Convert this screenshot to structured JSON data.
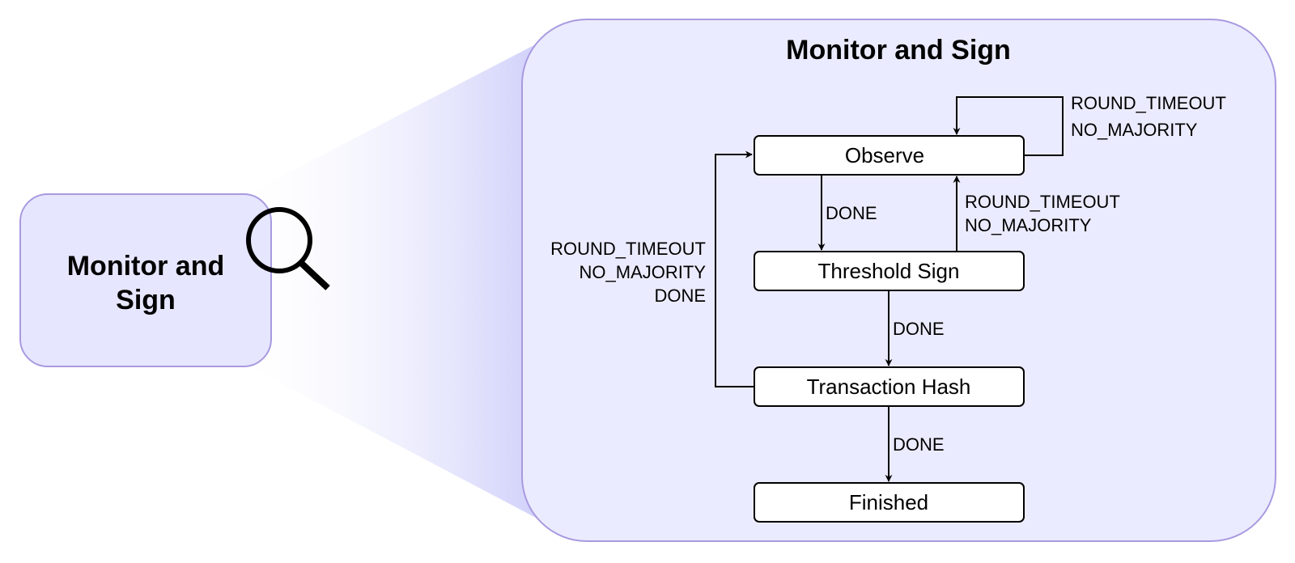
{
  "overview": {
    "title_line1": "Monitor and",
    "title_line2": "Sign"
  },
  "detail": {
    "title": "Monitor and Sign"
  },
  "states": {
    "observe": "Observe",
    "threshold_sign": "Threshold Sign",
    "transaction_hash": "Transaction Hash",
    "finished": "Finished"
  },
  "edges": {
    "observe_self": [
      "ROUND_TIMEOUT",
      "NO_MAJORITY"
    ],
    "observe_to_threshold": "DONE",
    "threshold_to_observe": [
      "ROUND_TIMEOUT",
      "NO_MAJORITY"
    ],
    "threshold_to_hash": "DONE",
    "hash_to_observe": [
      "ROUND_TIMEOUT",
      "NO_MAJORITY",
      "DONE"
    ],
    "hash_to_finished": "DONE"
  },
  "icons": {
    "zoom": "magnifier-icon"
  },
  "colors": {
    "panel_fill": "#ebebff",
    "panel_stroke": "#a99ae0",
    "beam": "#c8c8fa",
    "line": "#000000"
  }
}
